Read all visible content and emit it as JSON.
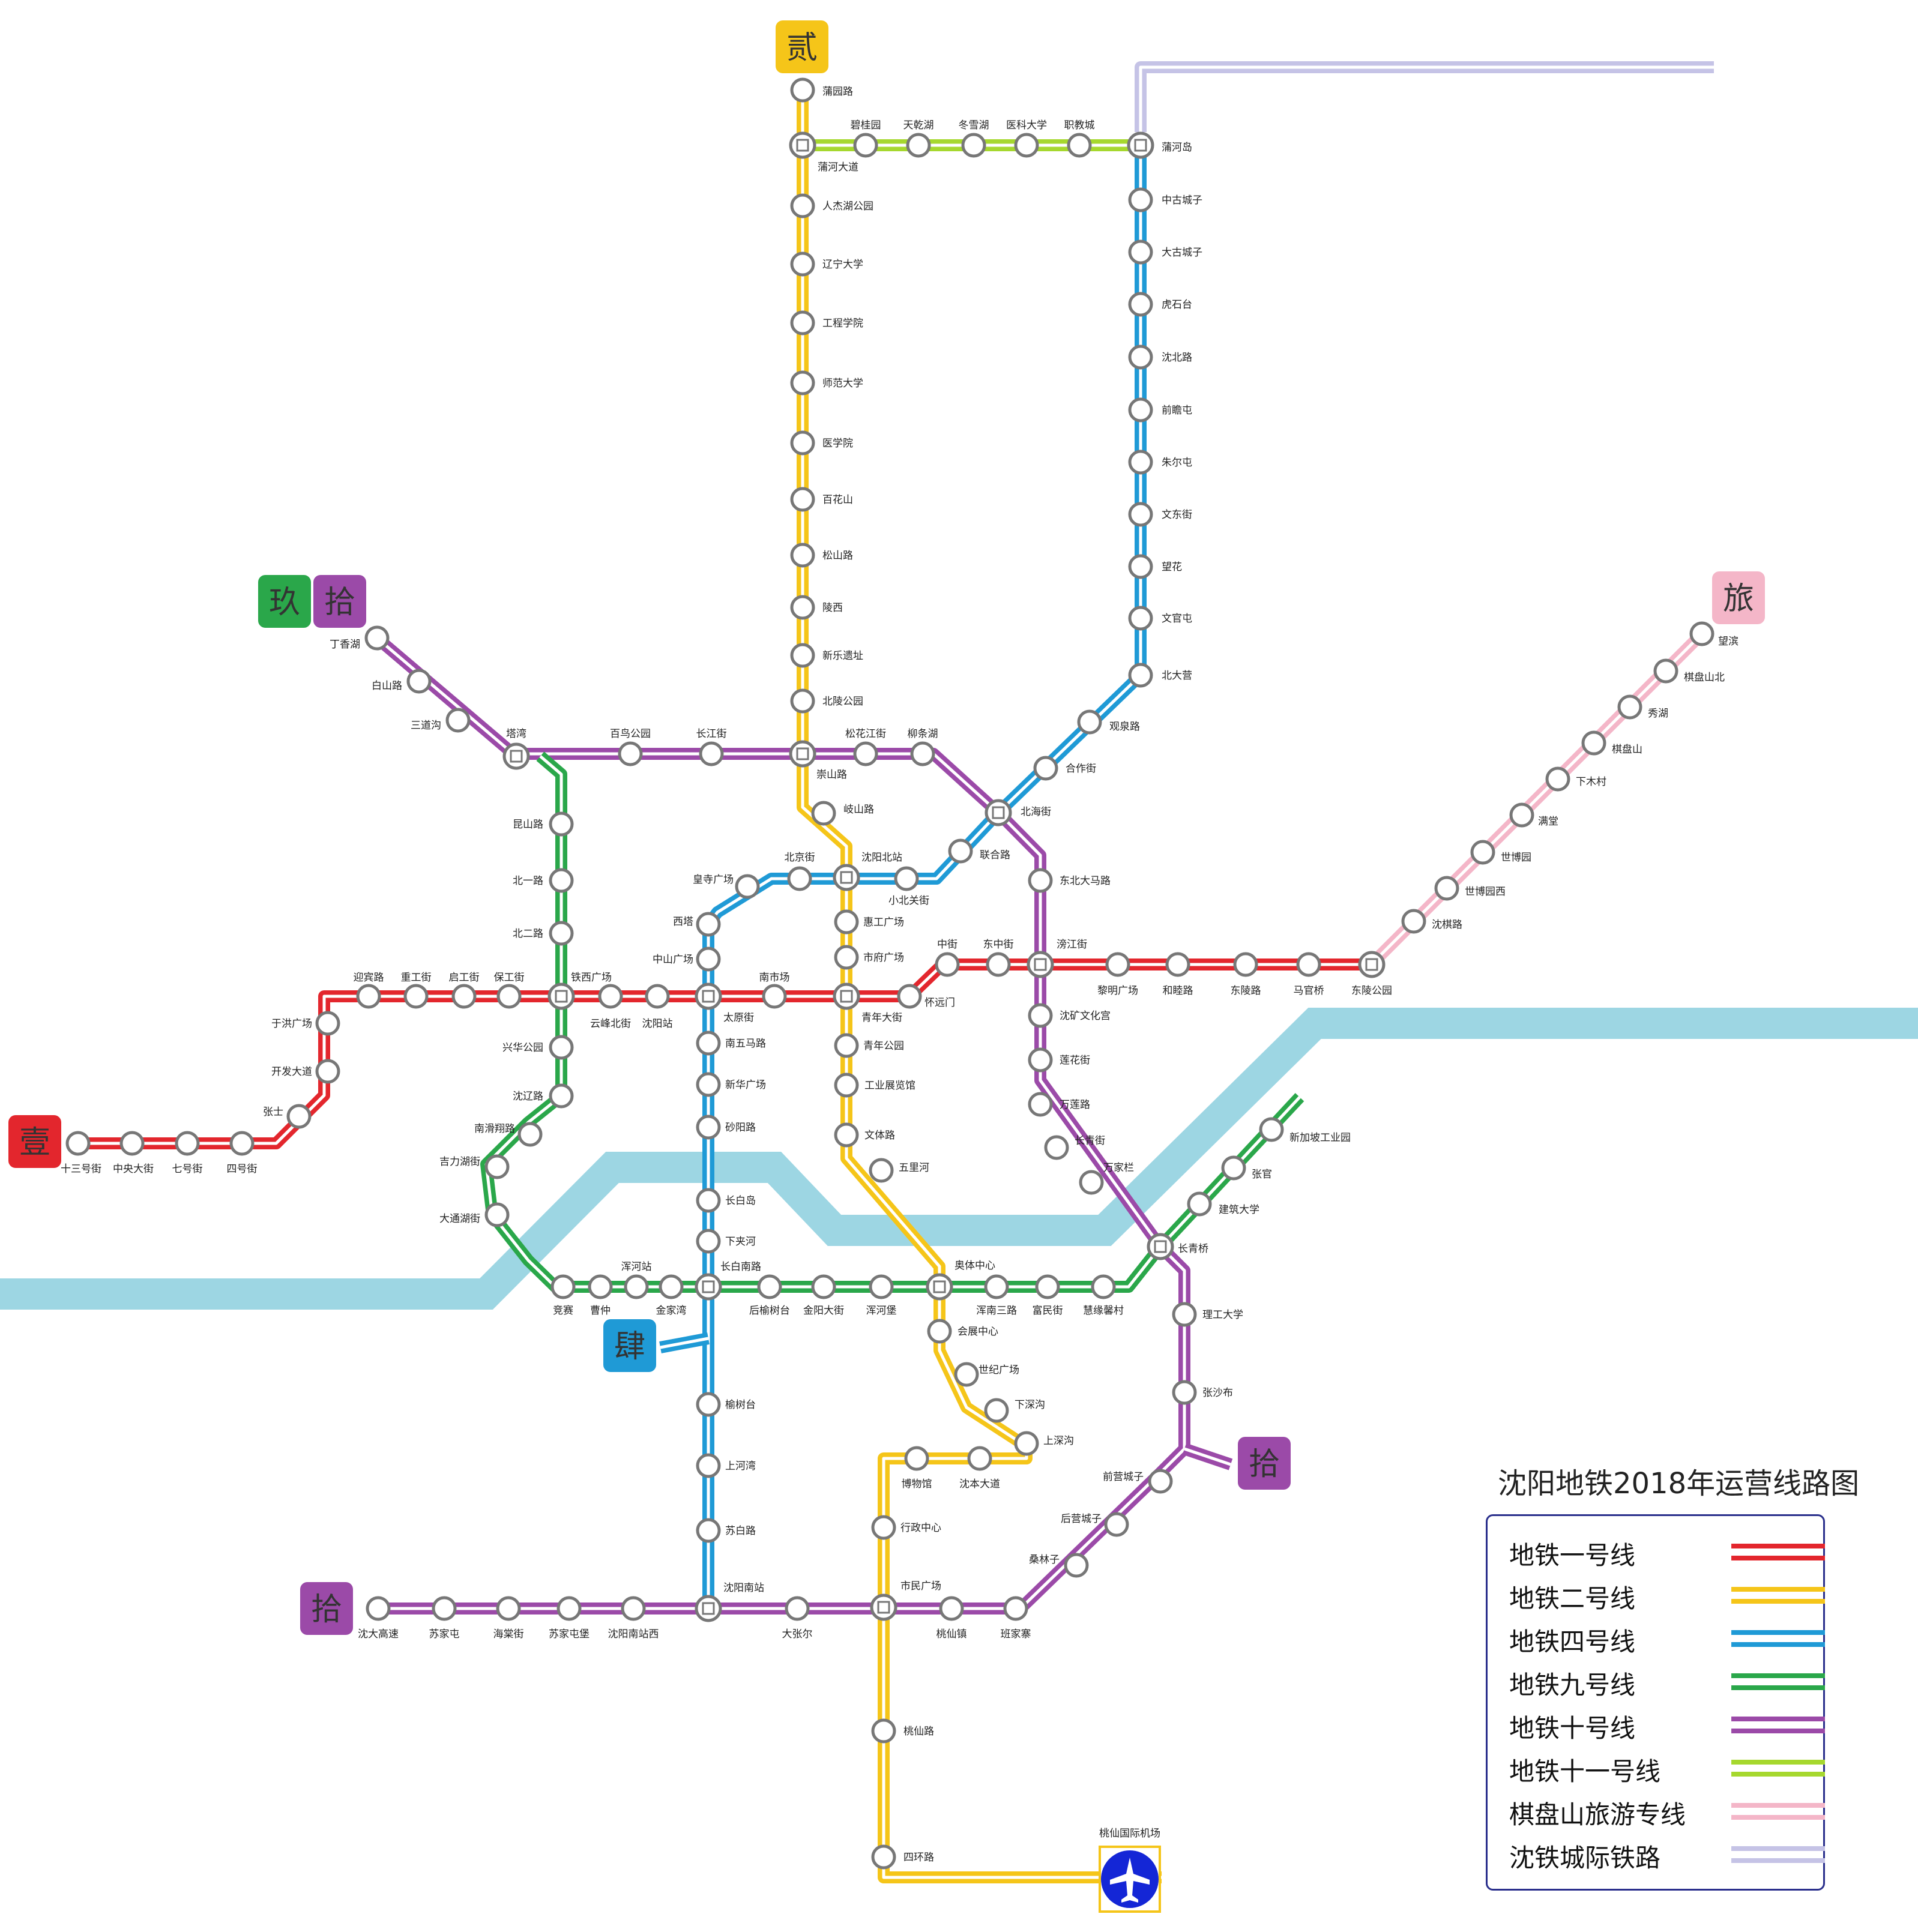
{
  "map": {
    "title": "沈阳地铁2018年运营线路图",
    "colors": {
      "line1": "#e3262d",
      "line2": "#f5c519",
      "line4": "#1f9ad6",
      "line9": "#2aa74a",
      "line10": "#9b4aa8",
      "line11": "#a6d82e",
      "tourist": "#f4b6c8",
      "intercity": "#c5c3e6",
      "river": "#9dd6e3"
    },
    "badges": [
      {
        "text": "壹",
        "line": "line1"
      },
      {
        "text": "贰",
        "line": "line2"
      },
      {
        "text": "肆",
        "line": "line4"
      },
      {
        "text": "玖",
        "line": "line9"
      },
      {
        "text": "拾",
        "line": "line10"
      },
      {
        "text": "拾",
        "line": "line10"
      },
      {
        "text": "拾",
        "line": "line10"
      },
      {
        "text": "旅",
        "line": "tourist"
      }
    ],
    "stations": [
      "十三号街",
      "中央大街",
      "七号街",
      "四号街",
      "张士",
      "开发大道",
      "于洪广场",
      "迎宾路",
      "重工街",
      "启工街",
      "保工街",
      "铁西广场",
      "云峰北街",
      "沈阳站",
      "太原街",
      "南市场",
      "青年大街",
      "怀远门",
      "中街",
      "东中街",
      "滂江街",
      "黎明广场",
      "和睦路",
      "东陵路",
      "马官桥",
      "东陵公园",
      "蒲园路",
      "蒲河大道",
      "人杰湖公园",
      "辽宁大学",
      "工程学院",
      "师范大学",
      "医学院",
      "百花山",
      "松山路",
      "陵西",
      "新乐遗址",
      "北陵公园",
      "崇山路",
      "岐山路",
      "沈阳北站",
      "惠工广场",
      "市府广场",
      "青年公园",
      "工业展览馆",
      "文体路",
      "五里河",
      "奥体中心",
      "会展中心",
      "世纪广场",
      "下深沟",
      "上深沟",
      "沈本大道",
      "博物馆",
      "行政中心",
      "市民广场",
      "桃仙路",
      "四环路",
      "桃仙国际机场",
      "蒲河岛",
      "中古城子",
      "大古城子",
      "虎石台",
      "沈北路",
      "前瞻屯",
      "朱尔屯",
      "文东街",
      "望花",
      "文官屯",
      "北大营",
      "观泉路",
      "合作街",
      "北海街",
      "联合路",
      "小北关街",
      "北京街",
      "皇寺广场",
      "西塔",
      "中山广场",
      "南五马路",
      "新华广场",
      "砂阳路",
      "长白岛",
      "下夹河",
      "长白南路",
      "榆树台",
      "上河湾",
      "苏白路",
      "沈阳南站",
      "新加坡工业园",
      "张官",
      "建筑大学",
      "长青桥",
      "慧缘馨村",
      "富民街",
      "浑南三路",
      "金阳大街",
      "后榆树台",
      "浑河堡",
      "金家湾",
      "浑河站",
      "曹仲",
      "竞赛",
      "大通湖街",
      "吉力湖街",
      "南滑翔路",
      "沈辽路",
      "兴华公园",
      "北二路",
      "北一路",
      "昆山路",
      "塔湾",
      "丁香湖",
      "白山路",
      "三道沟",
      "百鸟公园",
      "长江街",
      "松花江街",
      "柳条湖",
      "东北大马路",
      "沈矿文化宫",
      "莲花街",
      "万莲路",
      "长青街",
      "万家栏",
      "理工大学",
      "张沙布",
      "前营城子",
      "后营城子",
      "桑林子",
      "班家寨",
      "桃仙镇",
      "大张尔",
      "沈阳南站西",
      "苏家屯堡",
      "海棠街",
      "苏家屯",
      "沈大高速",
      "碧桂园",
      "天乾湖",
      "冬雪湖",
      "医科大学",
      "职教城",
      "望滨",
      "棋盘山北",
      "秀湖",
      "棋盘山",
      "下木村",
      "满堂",
      "世博园",
      "世博园西",
      "沈棋路"
    ]
  },
  "legend": [
    {
      "label": "地铁一号线",
      "color": "#e3262d"
    },
    {
      "label": "地铁二号线",
      "color": "#f5c519"
    },
    {
      "label": "地铁四号线",
      "color": "#1f9ad6"
    },
    {
      "label": "地铁九号线",
      "color": "#2aa74a"
    },
    {
      "label": "地铁十号线",
      "color": "#9b4aa8"
    },
    {
      "label": "地铁十一号线",
      "color": "#a6d82e"
    },
    {
      "label": "棋盘山旅游专线",
      "color": "#f4b6c8"
    },
    {
      "label": "沈铁城际铁路",
      "color": "#c5c3e6"
    }
  ]
}
